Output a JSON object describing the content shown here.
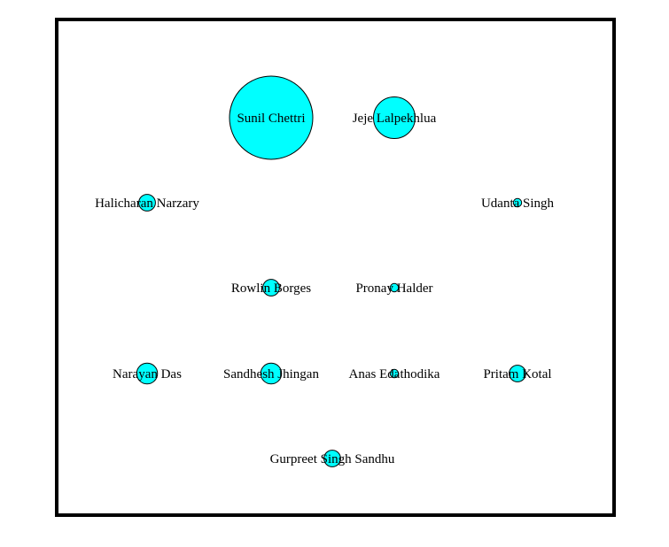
{
  "colors": {
    "background": "#ffffff",
    "frame": "#000000",
    "node_fill": "#00ffff",
    "node_stroke": "#000000",
    "label": "#000000"
  },
  "nodes": [
    {
      "label": "Sunil Chettri",
      "size": 10
    },
    {
      "label": "Jeje Lalpekhlua",
      "size": 5
    },
    {
      "label": "Halicharan Narzary",
      "size": 2
    },
    {
      "label": "Udanta Singh",
      "size": 1
    },
    {
      "label": "Rowlin Borges",
      "size": 2
    },
    {
      "label": "Pronay Halder",
      "size": 1
    },
    {
      "label": "Narayan Das",
      "size": 2.5
    },
    {
      "label": "Sandhesh Jhingan",
      "size": 2.5
    },
    {
      "label": "Anas Edathodika",
      "size": 1
    },
    {
      "label": "Pritam Kotal",
      "size": 2
    },
    {
      "label": "Gurpreet Singh Sandhu",
      "size": 2
    }
  ]
}
